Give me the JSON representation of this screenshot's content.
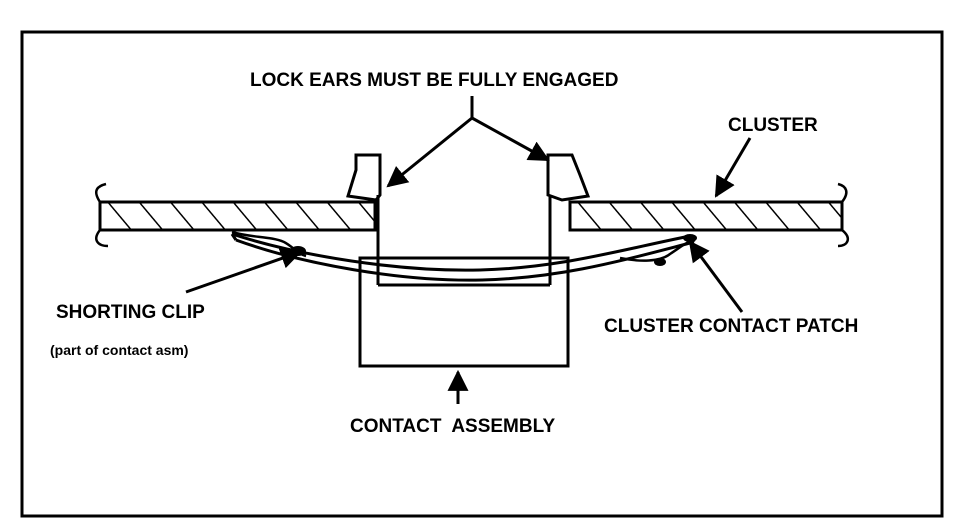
{
  "labels": {
    "lock_ears": "LOCK EARS MUST BE FULLY ENGAGED",
    "cluster": "CLUSTER",
    "shorting_clip": "SHORTING CLIP",
    "shorting_clip_note": "(part of contact asm)",
    "cluster_contact_patch": "CLUSTER CONTACT PATCH",
    "contact_assembly": "CONTACT  ASSEMBLY"
  }
}
